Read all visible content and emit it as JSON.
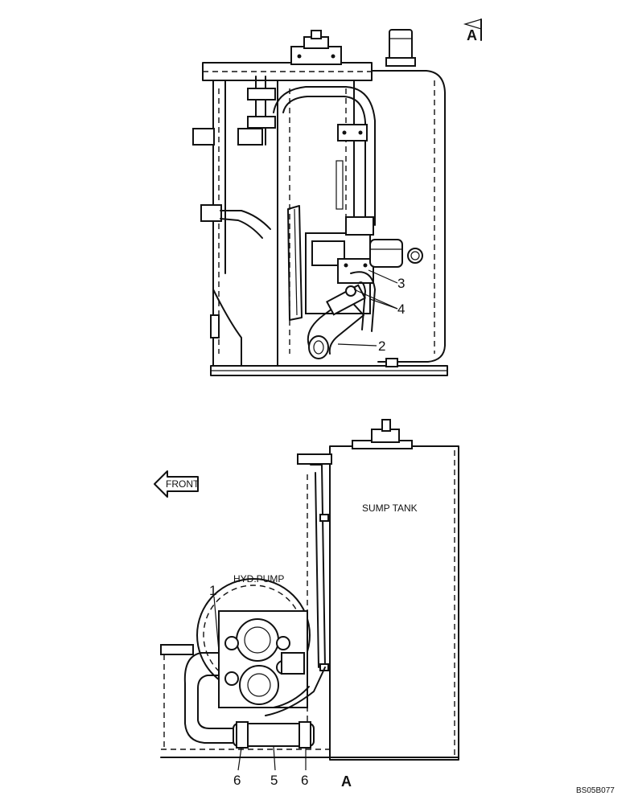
{
  "diagram": {
    "section_marker_top": "A",
    "section_marker_bottom": "A",
    "front_label": "FRONT",
    "sump_tank_label": "SUMP TANK",
    "hyd_pump_label": "HYD.PUMP",
    "callouts": {
      "c1": "1",
      "c2": "2",
      "c3": "3",
      "c4": "4",
      "c5": "5",
      "c6a": "6",
      "c6b": "6"
    },
    "drawing_code": "BS05B077"
  }
}
